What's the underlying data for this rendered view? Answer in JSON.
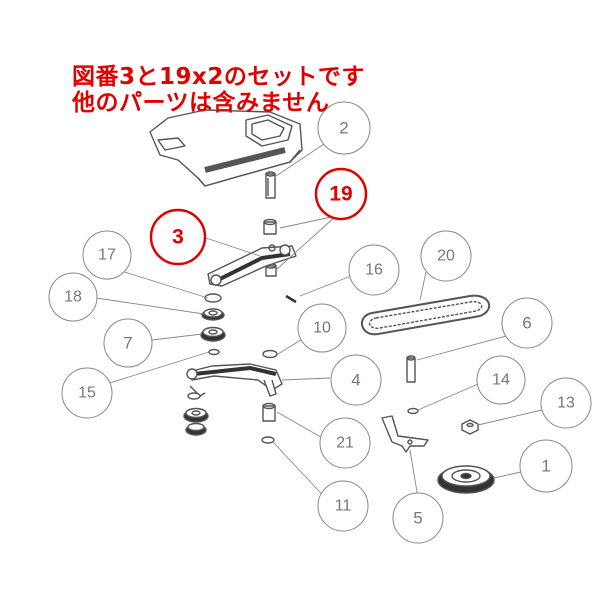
{
  "notice": {
    "line1": "図番3と19x2のセットです",
    "line2": "他のパーツは含みません"
  },
  "colors": {
    "highlight": "#e00000",
    "line": "#555555",
    "callout": "#888888"
  },
  "callouts": [
    {
      "id": "1",
      "label": "1",
      "highlight": false
    },
    {
      "id": "2",
      "label": "2",
      "highlight": false
    },
    {
      "id": "3",
      "label": "3",
      "highlight": true
    },
    {
      "id": "4",
      "label": "4",
      "highlight": false
    },
    {
      "id": "5",
      "label": "5",
      "highlight": false
    },
    {
      "id": "6",
      "label": "6",
      "highlight": false
    },
    {
      "id": "7",
      "label": "7",
      "highlight": false
    },
    {
      "id": "10",
      "label": "10",
      "highlight": false
    },
    {
      "id": "11",
      "label": "11",
      "highlight": false
    },
    {
      "id": "13",
      "label": "13",
      "highlight": false
    },
    {
      "id": "14",
      "label": "14",
      "highlight": false
    },
    {
      "id": "15",
      "label": "15",
      "highlight": false
    },
    {
      "id": "16",
      "label": "16",
      "highlight": false
    },
    {
      "id": "17",
      "label": "17",
      "highlight": false
    },
    {
      "id": "18",
      "label": "18",
      "highlight": false
    },
    {
      "id": "19",
      "label": "19",
      "highlight": true
    },
    {
      "id": "20",
      "label": "20",
      "highlight": false
    },
    {
      "id": "21",
      "label": "21",
      "highlight": false
    }
  ]
}
